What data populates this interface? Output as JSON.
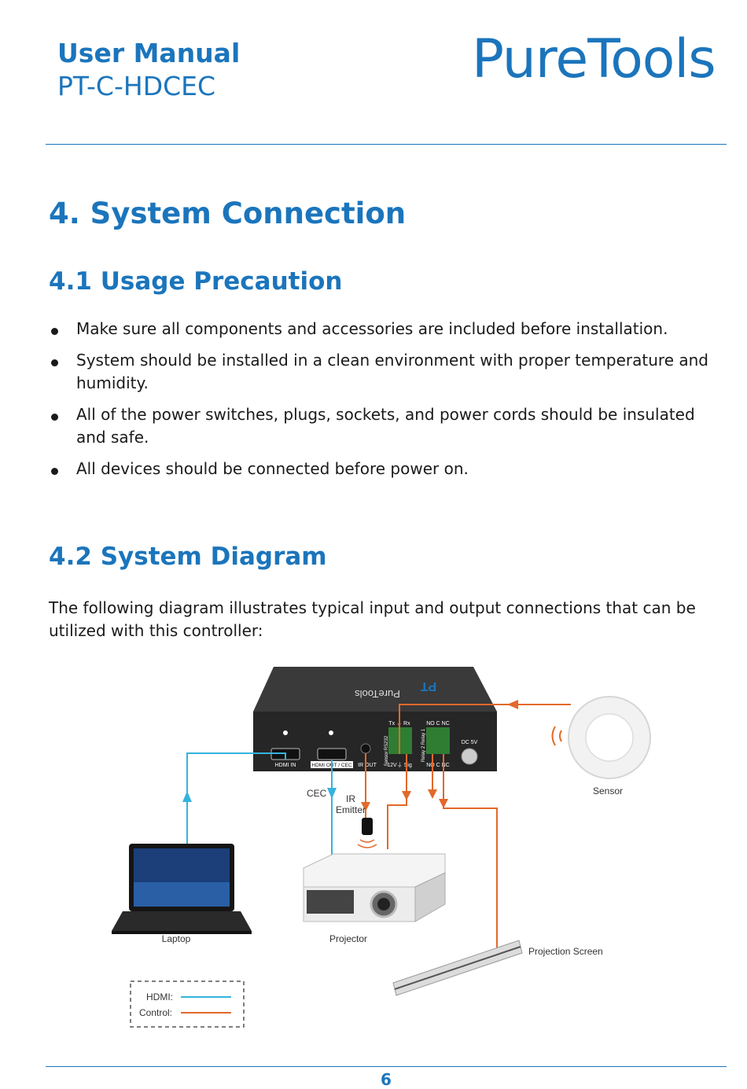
{
  "header": {
    "doc_title": "User Manual",
    "model": "PT-C-HDCEC",
    "logo": "PureTools"
  },
  "section": {
    "title": "4. System Connection"
  },
  "usage": {
    "title": "4.1 Usage Precaution",
    "bullets": [
      "Make sure all components and accessories are included before installation.",
      "System should be installed in a clean environment with proper temperature and humidity.",
      "All of the power switches, plugs, sockets, and power cords should be insulated and safe.",
      "All devices should be connected before power on."
    ]
  },
  "diagram_section": {
    "title": "4.2 System Diagram",
    "intro": "The following diagram illustrates typical input and output connections that can be utilized with this controller:"
  },
  "diagram": {
    "device_brand": "PureTools",
    "device_brand_short": "PT",
    "ports": {
      "hdmi_in": "HDMI IN",
      "hdmi_out": "HDMI OUT / CEC",
      "ir_out": "IR OUT",
      "rs232": "RS232",
      "tx_rx": "Tx ⏚ Rx",
      "sensor": "Sensor",
      "power_sig": "12V⏚ Sig",
      "relay1": "Relay 1",
      "relay2": "Relay 2",
      "no_c_nc_top": "NO C NC",
      "no_c_nc_bottom": "NO C NC",
      "dc5v": "DC 5V"
    },
    "labels": {
      "cec": "CEC",
      "ir": "IR",
      "emitter": "Emitter",
      "sensor": "Sensor",
      "laptop": "Laptop",
      "projector": "Projector",
      "projection_screen": "Projection Screen"
    },
    "legend": {
      "hdmi": "HDMI:",
      "control": "Control:"
    },
    "colors": {
      "hdmi": "#35b3dc",
      "control": "#e2692a",
      "brand": "#1b75bc"
    }
  },
  "footer": {
    "page_number": "6"
  }
}
